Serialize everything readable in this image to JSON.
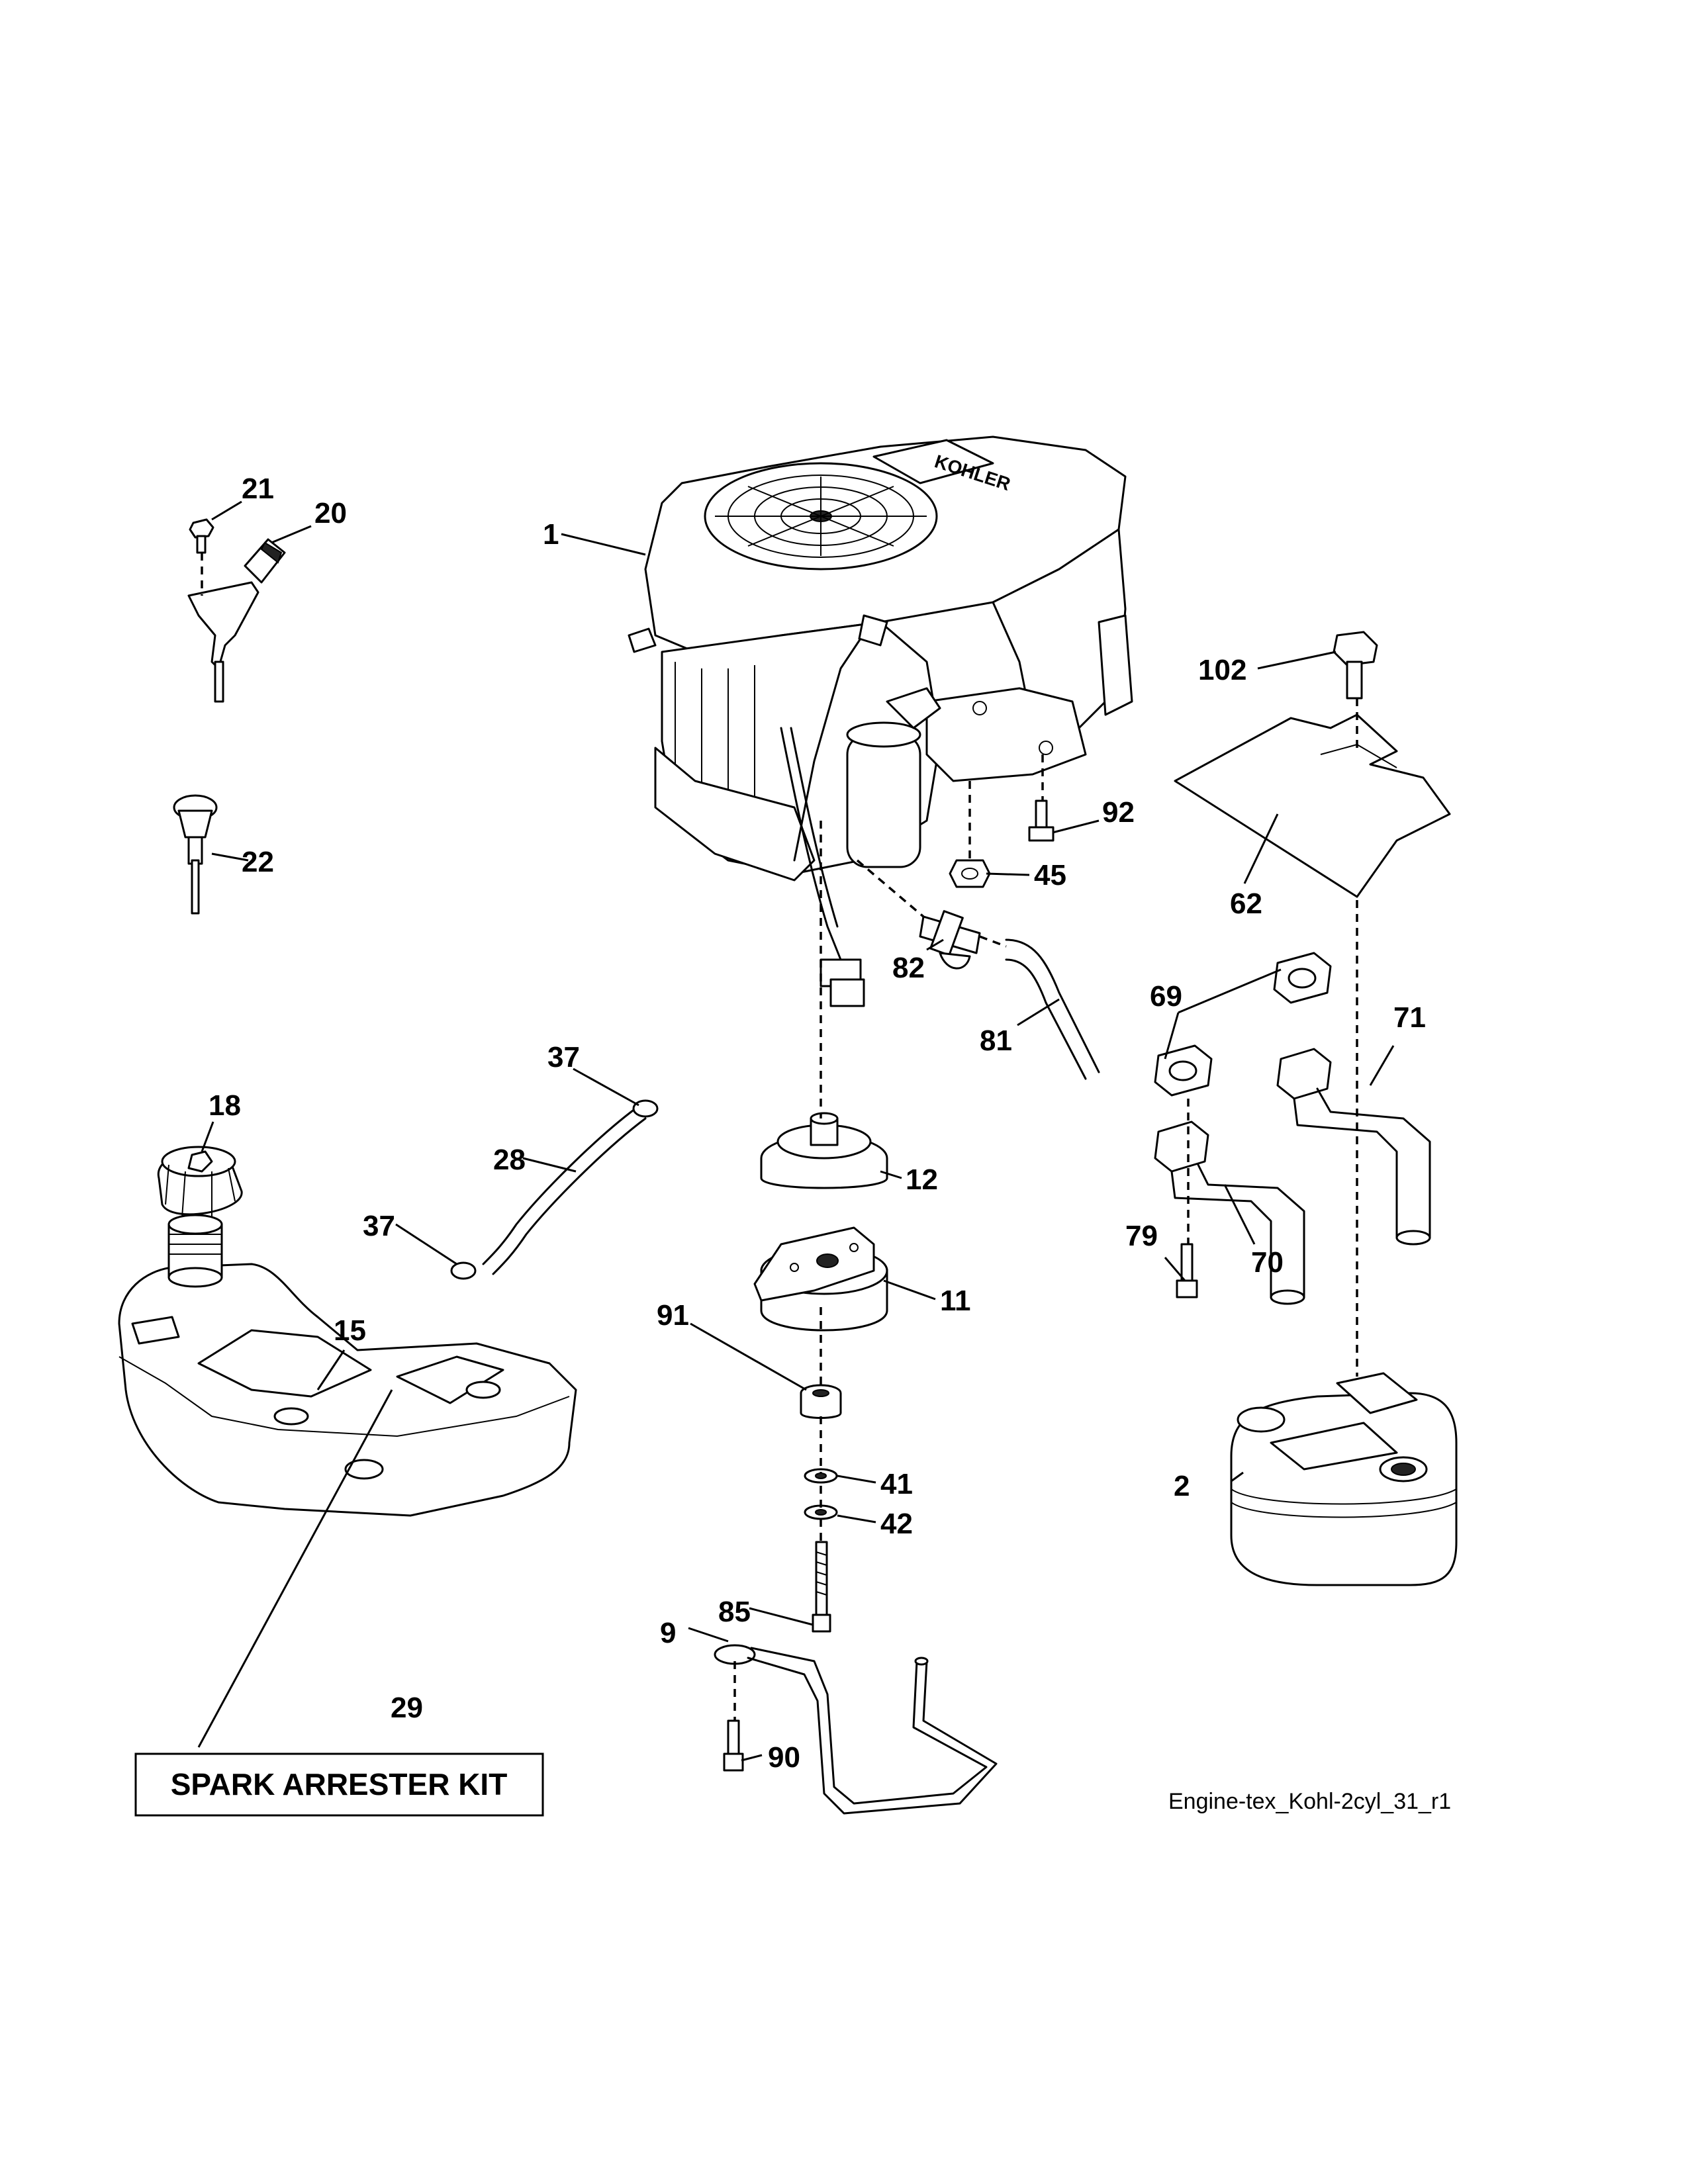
{
  "diagram": {
    "reference_code": "Engine-tex_Kohl-2cyl_31_r1",
    "kit_box_label": "SPARK ARRESTER KIT",
    "engine_logo_text": "KOHLER"
  },
  "callouts": {
    "c1": "1",
    "c2": "2",
    "c9": "9",
    "c11": "11",
    "c12": "12",
    "c15": "15",
    "c18": "18",
    "c20": "20",
    "c21": "21",
    "c22": "22",
    "c28": "28",
    "c29": "29",
    "c37a": "37",
    "c37b": "37",
    "c41": "41",
    "c42": "42",
    "c45": "45",
    "c62": "62",
    "c69": "69",
    "c70": "70",
    "c71": "71",
    "c79": "79",
    "c81": "81",
    "c82": "82",
    "c85": "85",
    "c90": "90",
    "c91": "91",
    "c92": "92",
    "c102": "102"
  }
}
